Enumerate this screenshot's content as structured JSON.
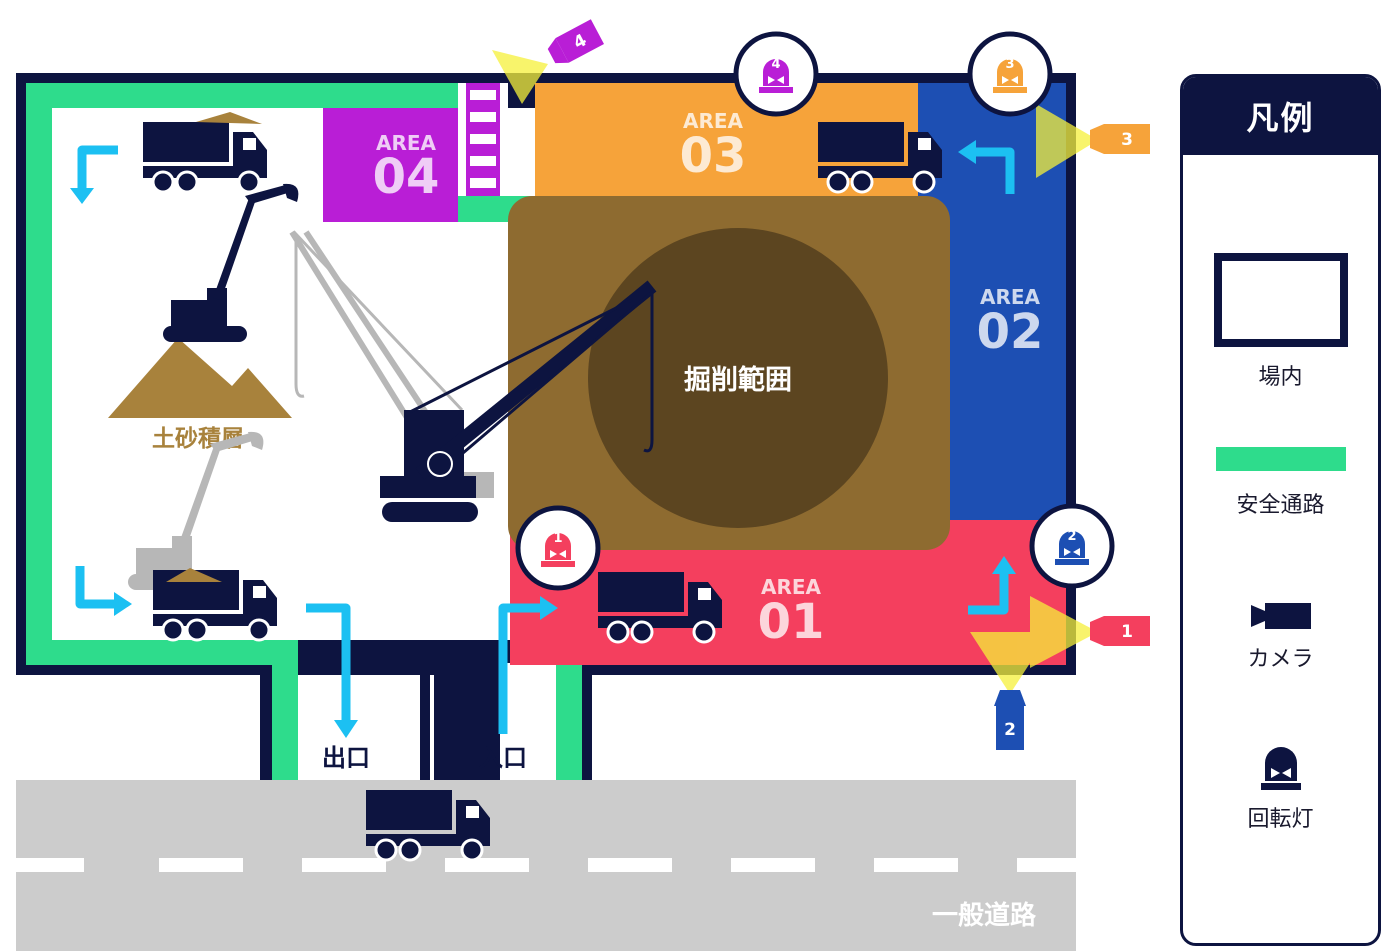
{
  "site": {
    "excavation_label": "掘削範囲",
    "soil_label": "土砂積層",
    "exit_label": "出口",
    "entrance_label": "入口",
    "road_label": "一般道路"
  },
  "areas": [
    {
      "prefix": "AREA",
      "number": "01",
      "color": "#f43f5e"
    },
    {
      "prefix": "AREA",
      "number": "02",
      "color": "#1d4fb3"
    },
    {
      "prefix": "AREA",
      "number": "03",
      "color": "#f6a33a"
    },
    {
      "prefix": "AREA",
      "number": "04",
      "color": "#b91ed6"
    }
  ],
  "cameras": [
    "1",
    "2",
    "3",
    "4"
  ],
  "beacons": [
    "1",
    "2",
    "3",
    "4"
  ],
  "legend": {
    "title": "凡例",
    "boundary": "場内",
    "safe_path": "安全通路",
    "camera": "カメラ",
    "beacon": "回転灯"
  },
  "colors": {
    "navy": "#0d1440",
    "safe_path": "#2edc8c",
    "arrow": "#1cc0f2",
    "excavation": "#8e6b30",
    "pit": "#5c4520",
    "soil": "#a8823c",
    "road": "#cccccc",
    "ghost": "#b7b7b7"
  }
}
